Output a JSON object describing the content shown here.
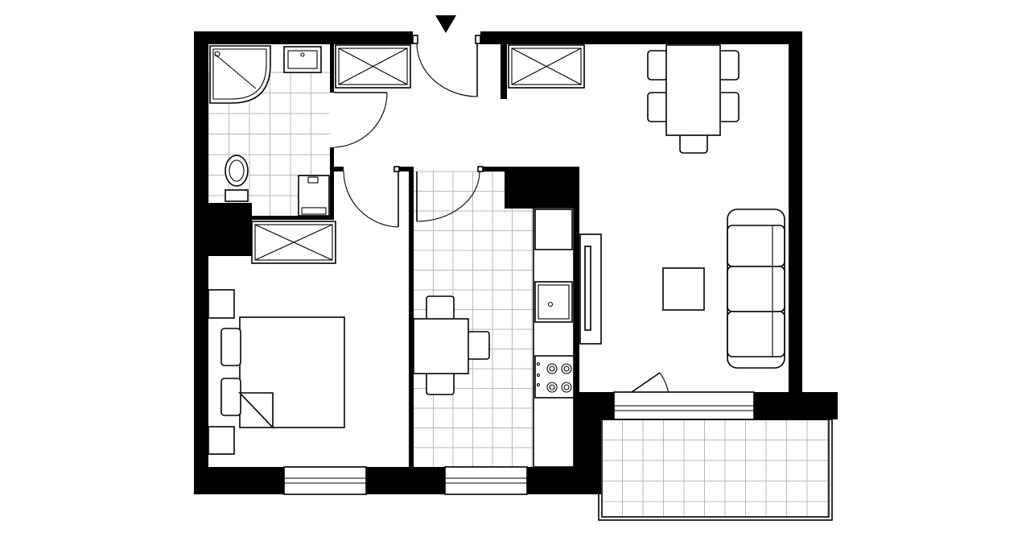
{
  "plan": {
    "type": "apartment floor plan",
    "colors": {
      "wall": "#000000",
      "background": "#ffffff",
      "tile_grid": "#b8b8b8"
    },
    "entrance_marker": "triangle-down-icon",
    "rooms": [
      "bathroom",
      "hallway",
      "bedroom",
      "kitchen",
      "living-room",
      "balcony"
    ]
  }
}
